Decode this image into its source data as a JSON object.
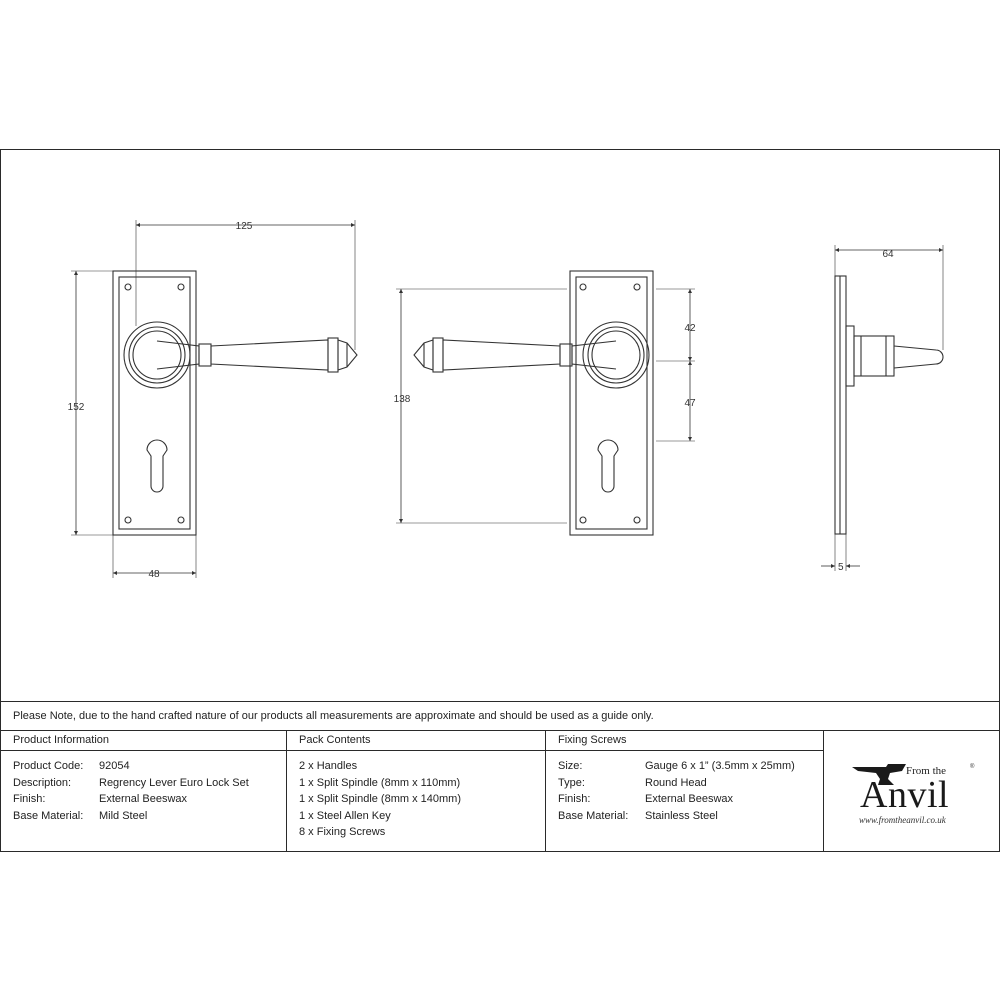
{
  "dimensions": {
    "front_width_total": "125",
    "front_height": "152",
    "front_plate_width": "48",
    "back_height": "138",
    "back_upper": "42",
    "back_lower": "47",
    "side_projection": "64",
    "side_thickness": "5"
  },
  "note": "Please Note, due to the hand crafted nature of our products all measurements are approximate and should be used as a guide only.",
  "product_info": {
    "heading": "Product Information",
    "rows": [
      {
        "key": "Product Code:",
        "value": "92054"
      },
      {
        "key": "Description:",
        "value": "Regrency Lever Euro Lock Set"
      },
      {
        "key": "Finish:",
        "value": "External Beeswax"
      },
      {
        "key": "Base Material:",
        "value": "Mild Steel"
      }
    ]
  },
  "pack_contents": {
    "heading": "Pack Contents",
    "items": [
      "2 x Handles",
      "1 x Split Spindle (8mm x 110mm)",
      "1 x Split Spindle (8mm x 140mm)",
      "1 x Steel Allen Key",
      "8 x Fixing Screws"
    ]
  },
  "fixing_screws": {
    "heading": "Fixing Screws",
    "rows": [
      {
        "key": "Size:",
        "value": "Gauge 6 x 1” (3.5mm x 25mm)"
      },
      {
        "key": "Type:",
        "value": "Round Head"
      },
      {
        "key": "Finish:",
        "value": "External Beeswax"
      },
      {
        "key": "Base Material:",
        "value": "Stainless Steel"
      }
    ]
  },
  "logo": {
    "from_the": "From the",
    "word": "Anvil",
    "url": "www.fromtheanvil.co.uk",
    "reg": "®",
    "icon": "anvil-icon"
  }
}
